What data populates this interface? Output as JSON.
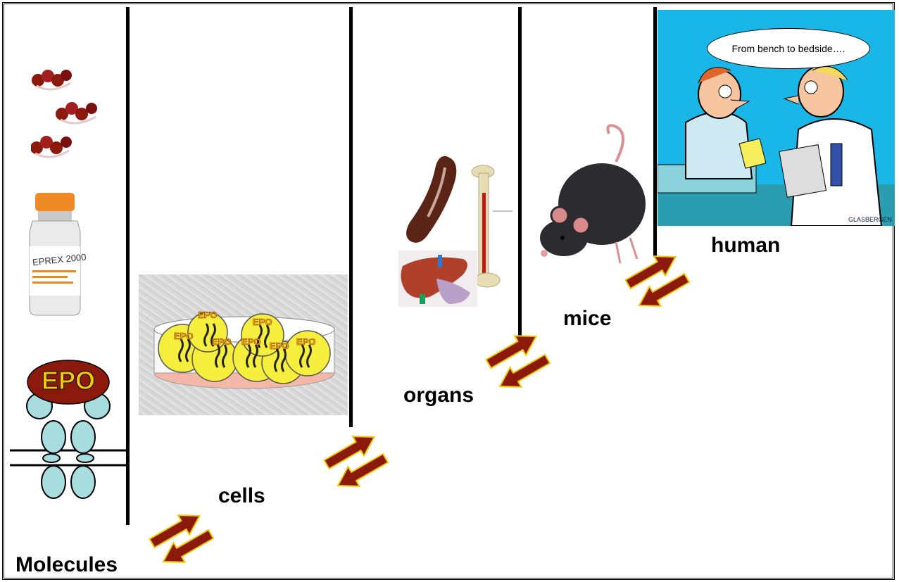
{
  "labels": {
    "molecules": "Molecules",
    "cells": "cells",
    "organs": "organs",
    "mice": "mice",
    "human": "human"
  },
  "epo_big": "EPO",
  "epo_small": "EPO",
  "vial_label": "EPREX 2000",
  "cartoon": {
    "speech": "From bench to bedside….",
    "signature": "GLASBERGEN"
  },
  "colors": {
    "arrow_fill": "#8b1a0c",
    "arrow_outline": "#f2c800",
    "receptor": "#a8dde0",
    "epo_oval": "#8b1a0c",
    "cartoon_sky": "#19b6e8"
  }
}
